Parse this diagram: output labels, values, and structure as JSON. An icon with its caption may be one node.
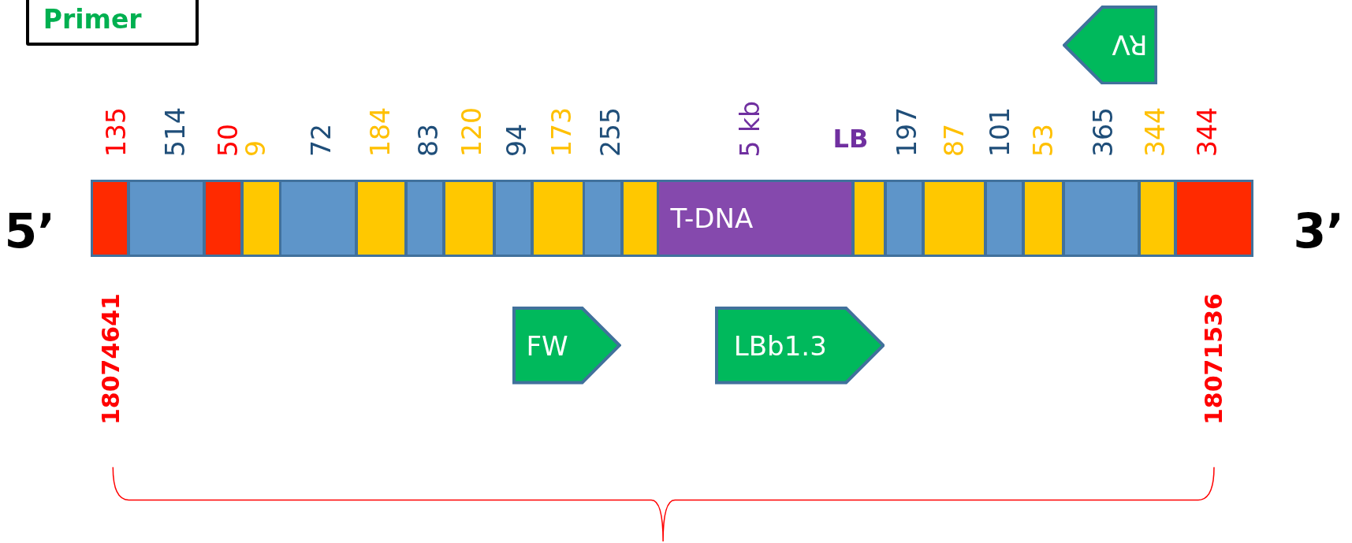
{
  "diagram": {
    "nodes": [
      {
        "text": [
          "Primer"
        ]
      },
      {
        "text": [
          "RV"
        ]
      },
      {
        "text": [],
        "shape": "box",
        "beside": [
          "135"
        ]
      },
      {
        "text": [],
        "shape": "box",
        "beside": [
          "514"
        ]
      },
      {
        "text": [],
        "shape": "box",
        "beside": [
          "50"
        ]
      },
      {
        "text": [],
        "shape": "box",
        "beside": [
          "9"
        ]
      },
      {
        "text": [],
        "shape": "box",
        "beside": [
          "72"
        ]
      },
      {
        "text": [],
        "shape": "box",
        "beside": [
          "184"
        ]
      },
      {
        "text": [],
        "shape": "box",
        "beside": [
          "83"
        ]
      },
      {
        "text": [],
        "shape": "box",
        "beside": [
          "120"
        ]
      },
      {
        "text": [],
        "shape": "box",
        "beside": [
          "94"
        ]
      },
      {
        "text": [],
        "shape": "box",
        "beside": [
          "173"
        ]
      },
      {
        "text": [],
        "shape": "box",
        "beside": [
          "255"
        ]
      },
      {
        "text": [],
        "shape": "box"
      },
      {
        "text": [
          "T-DNA"
        ],
        "beside": [
          "5 kb"
        ]
      },
      {
        "text": [],
        "shape": "box",
        "beside": [
          "LB"
        ]
      },
      {
        "text": [],
        "shape": "box",
        "beside": [
          "197"
        ]
      },
      {
        "text": [],
        "shape": "box",
        "beside": [
          "87"
        ]
      },
      {
        "text": [],
        "shape": "box",
        "beside": [
          "101"
        ]
      },
      {
        "text": [],
        "shape": "box",
        "beside": [
          "53"
        ]
      },
      {
        "text": [],
        "shape": "box",
        "beside": [
          "365"
        ]
      },
      {
        "text": [],
        "shape": "box",
        "beside": [
          "344"
        ]
      },
      {
        "text": [],
        "shape": "box",
        "beside": [
          "344"
        ]
      },
      {
        "text": [
          "FW"
        ]
      },
      {
        "text": [
          "LBb1.3"
        ]
      }
    ],
    "edges": [],
    "labels": [
      "5’",
      "3’",
      "18074641",
      "18071536"
    ]
  }
}
